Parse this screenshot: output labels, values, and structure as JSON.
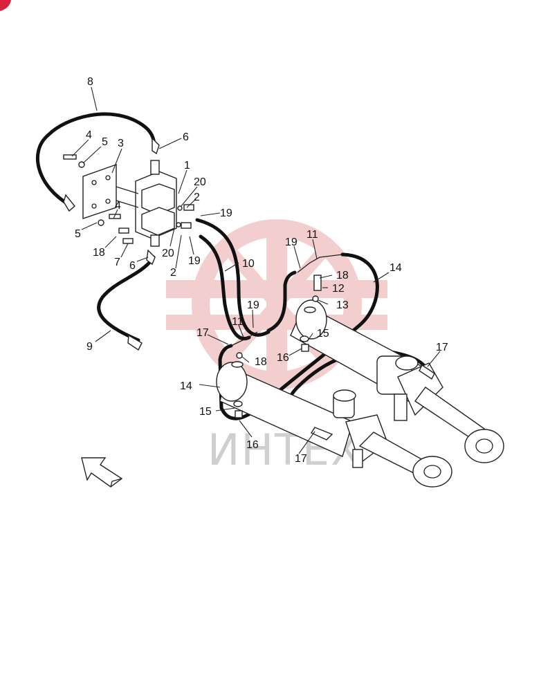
{
  "watermark_text": "ИНТЕХ",
  "colors": {
    "watermark_logo": "#e8a7a7",
    "corner_mark": "#d9233b",
    "line": "#111111"
  },
  "callouts": {
    "c1": "1",
    "c2a": "2",
    "c2b": "2",
    "c3": "3",
    "c4a": "4",
    "c4b": "4",
    "c5a": "5",
    "c5b": "5",
    "c6a": "6",
    "c6b": "6",
    "c7": "7",
    "c8": "8",
    "c9": "9",
    "c10": "10",
    "c11a": "11",
    "c11b": "11",
    "c12": "12",
    "c13": "13",
    "c14a": "14",
    "c14b": "14",
    "c15a": "15",
    "c15b": "15",
    "c16a": "16",
    "c16b": "16",
    "c17a": "17",
    "c17b": "17",
    "c17c": "17",
    "c18a": "18",
    "c18b": "18",
    "c18c": "18",
    "c19a": "19",
    "c19b": "19",
    "c19c": "19",
    "c19d": "19",
    "c20a": "20",
    "c20b": "20"
  },
  "icons": {
    "orientation_arrow": "front-direction-arrow-icon",
    "watermark": "gear-logo-icon"
  }
}
